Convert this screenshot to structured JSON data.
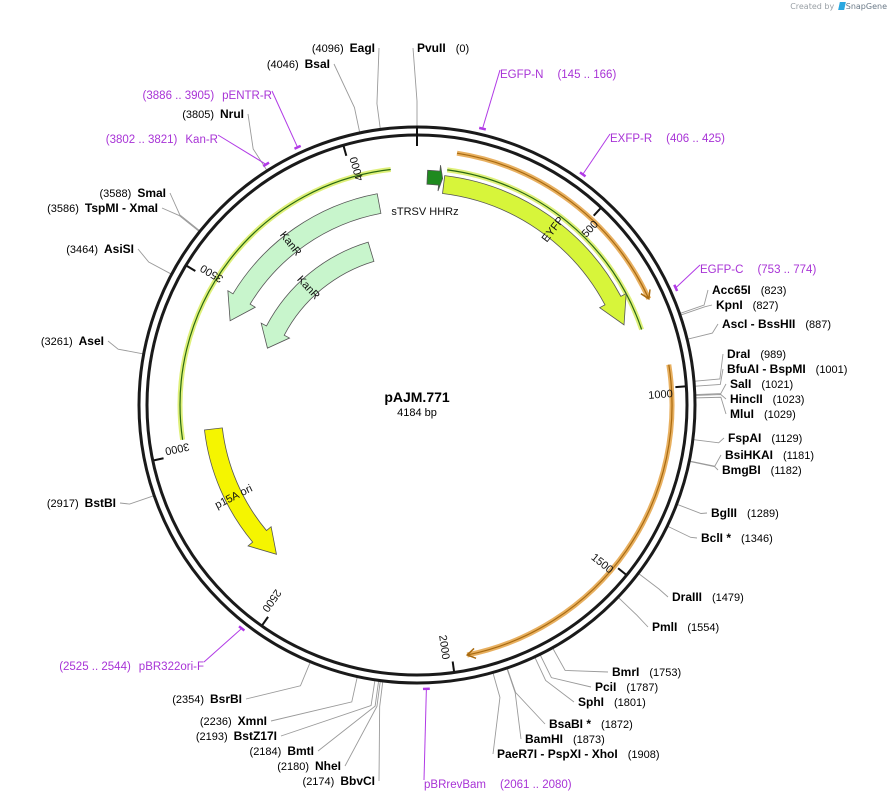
{
  "credit": {
    "prefix": "Created by",
    "brand": "SnapGene"
  },
  "plasmid": {
    "name": "pAJM.771",
    "length": 4184,
    "length_text": "4184 bp"
  },
  "ticks": [
    {
      "pos": 500,
      "label": "500"
    },
    {
      "pos": 1000,
      "label": "1000"
    },
    {
      "pos": 1500,
      "label": "1500"
    },
    {
      "pos": 2000,
      "label": "2000"
    },
    {
      "pos": 2500,
      "label": "2500"
    },
    {
      "pos": 3000,
      "label": "3000"
    },
    {
      "pos": 3500,
      "label": "3500"
    },
    {
      "pos": 4000,
      "label": "4000"
    }
  ],
  "features": [
    {
      "name": "sTRSV HHRz",
      "start": 30,
      "end": 75,
      "color": "#1f8a1f",
      "label": "sTRSV HHRz"
    },
    {
      "name": "EYFP",
      "start": 80,
      "end": 800,
      "color": "#d7f53a",
      "label": "EYFP"
    },
    {
      "name": "KanR",
      "start": 3420,
      "end": 4060,
      "color": "#c8f5cc",
      "label": "KanR",
      "reverse": true
    },
    {
      "name": "KanR",
      "start": 3380,
      "end": 3990,
      "color": "#c8f5cc",
      "label": "KanR",
      "reverse": true
    },
    {
      "name": "p15A ori",
      "start": 2595,
      "end": 3060,
      "color": "#f5f500",
      "label": "p15A ori",
      "reverse": true
    }
  ],
  "orf_arcs": [
    {
      "start": 105,
      "end": 760
    },
    {
      "start": 940,
      "end": 1960
    }
  ],
  "green_arcs": [
    {
      "start": 85,
      "end": 830
    },
    {
      "start": 3040,
      "end": 4110
    }
  ],
  "enzymes_right": [
    {
      "name": "PvuII",
      "pos_text": "(0)",
      "pos": 0
    },
    {
      "name": "Acc65I",
      "pos_text": "(823)",
      "pos": 823
    },
    {
      "name": "KpnI",
      "pos_text": "(827)",
      "pos": 827
    },
    {
      "name": "AscI - BssHII",
      "pos_text": "(887)",
      "pos": 887
    },
    {
      "name": "DraI",
      "pos_text": "(989)",
      "pos": 989
    },
    {
      "name": "BfuAI - BspMI",
      "pos_text": "(1001)",
      "pos": 1001
    },
    {
      "name": "SalI",
      "pos_text": "(1021)",
      "pos": 1021
    },
    {
      "name": "HincII",
      "pos_text": "(1023)",
      "pos": 1023
    },
    {
      "name": "MluI",
      "pos_text": "(1029)",
      "pos": 1029
    },
    {
      "name": "FspAI",
      "pos_text": "(1129)",
      "pos": 1129
    },
    {
      "name": "BsiHKAI",
      "pos_text": "(1181)",
      "pos": 1181
    },
    {
      "name": "BmgBI",
      "pos_text": "(1182)",
      "pos": 1182
    },
    {
      "name": "BglII",
      "pos_text": "(1289)",
      "pos": 1289
    },
    {
      "name": "BclI *",
      "pos_text": "(1346)",
      "pos": 1346
    },
    {
      "name": "DraIII",
      "pos_text": "(1479)",
      "pos": 1479
    },
    {
      "name": "PmlI",
      "pos_text": "(1554)",
      "pos": 1554
    },
    {
      "name": "BmrI",
      "pos_text": "(1753)",
      "pos": 1753
    },
    {
      "name": "PciI",
      "pos_text": "(1787)",
      "pos": 1787
    },
    {
      "name": "SphI",
      "pos_text": "(1801)",
      "pos": 1801
    },
    {
      "name": "BsaBI *",
      "pos_text": "(1872)",
      "pos": 1872
    },
    {
      "name": "BamHI",
      "pos_text": "(1873)",
      "pos": 1873
    },
    {
      "name": "PaeR7I - PspXI - XhoI",
      "pos_text": "(1908)",
      "pos": 1908
    }
  ],
  "enzymes_left": [
    {
      "name": "EagI",
      "pos_text": "(4096)",
      "pos": 4096
    },
    {
      "name": "BsaI",
      "pos_text": "(4046)",
      "pos": 4046
    },
    {
      "name": "NruI",
      "pos_text": "(3805)",
      "pos": 3805
    },
    {
      "name": "SmaI",
      "pos_text": "(3588)",
      "pos": 3588
    },
    {
      "name": "TspMI - XmaI",
      "pos_text": "(3586)",
      "pos": 3586
    },
    {
      "name": "AsiSI",
      "pos_text": "(3464)",
      "pos": 3464
    },
    {
      "name": "AseI",
      "pos_text": "(3261)",
      "pos": 3261
    },
    {
      "name": "BstBI",
      "pos_text": "(2917)",
      "pos": 2917
    },
    {
      "name": "BsrBI",
      "pos_text": "(2354)",
      "pos": 2354
    },
    {
      "name": "XmnI",
      "pos_text": "(2236)",
      "pos": 2236
    },
    {
      "name": "BstZ17I",
      "pos_text": "(2193)",
      "pos": 2193
    },
    {
      "name": "BmtI",
      "pos_text": "(2184)",
      "pos": 2184
    },
    {
      "name": "NheI",
      "pos_text": "(2180)",
      "pos": 2180
    },
    {
      "name": "BbvCI",
      "pos_text": "(2174)",
      "pos": 2174
    }
  ],
  "primers": [
    {
      "name": "EGFP-N",
      "range": "(145 .. 166)",
      "pos": 155
    },
    {
      "name": "EXFP-R",
      "range": "(406 .. 425)",
      "pos": 415
    },
    {
      "name": "EGFP-C",
      "range": "(753 .. 774)",
      "pos": 763
    },
    {
      "name": "pBRrevBam",
      "range": "(2061 .. 2080)",
      "pos": 2070
    },
    {
      "name": "pBR322ori-F",
      "range": "(2525 .. 2544)",
      "pos": 2535
    },
    {
      "name": "Kan-R",
      "range": "(3802 .. 3821)",
      "pos": 3811
    },
    {
      "name": "pENTR-R",
      "range": "(3886 .. 3905)",
      "pos": 3895
    }
  ]
}
